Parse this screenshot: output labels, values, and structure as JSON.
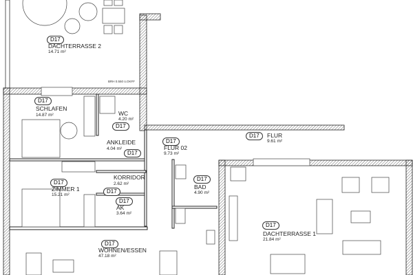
{
  "plan": {
    "note": "BRH 0.550 ü.OKFF",
    "rooms": [
      {
        "tag": "D17",
        "name": "DACHTERRASSE 2",
        "area": "14.71 m²"
      },
      {
        "tag": "D17",
        "name": "SCHLAFEN",
        "area": "14.87 m²"
      },
      {
        "tag": "D17",
        "name": "WC",
        "area": "4.20 m²"
      },
      {
        "tag": "D17",
        "name": "ANKLEIDE",
        "area": "4.04 m²"
      },
      {
        "tag": "D17",
        "name": "FLUR 02",
        "area": "9.73 m²"
      },
      {
        "tag": "D17",
        "name": "FLUR",
        "area": "9.61 m²"
      },
      {
        "tag": "D17",
        "name": "ZIMMER 1",
        "area": "15.21 m²"
      },
      {
        "tag": "D17",
        "name": "KORRIDOR",
        "area": "2.62 m²"
      },
      {
        "tag": "D17",
        "name": "AK",
        "area": "3.64 m²"
      },
      {
        "tag": "D17",
        "name": "BAD",
        "area": "4.90 m²"
      },
      {
        "tag": "D17",
        "name": "WOHNEN/ESSEN",
        "area": "47.18 m²"
      },
      {
        "tag": "D17",
        "name": "DACHTERRASSE 1",
        "area": "21.84 m²"
      }
    ]
  }
}
